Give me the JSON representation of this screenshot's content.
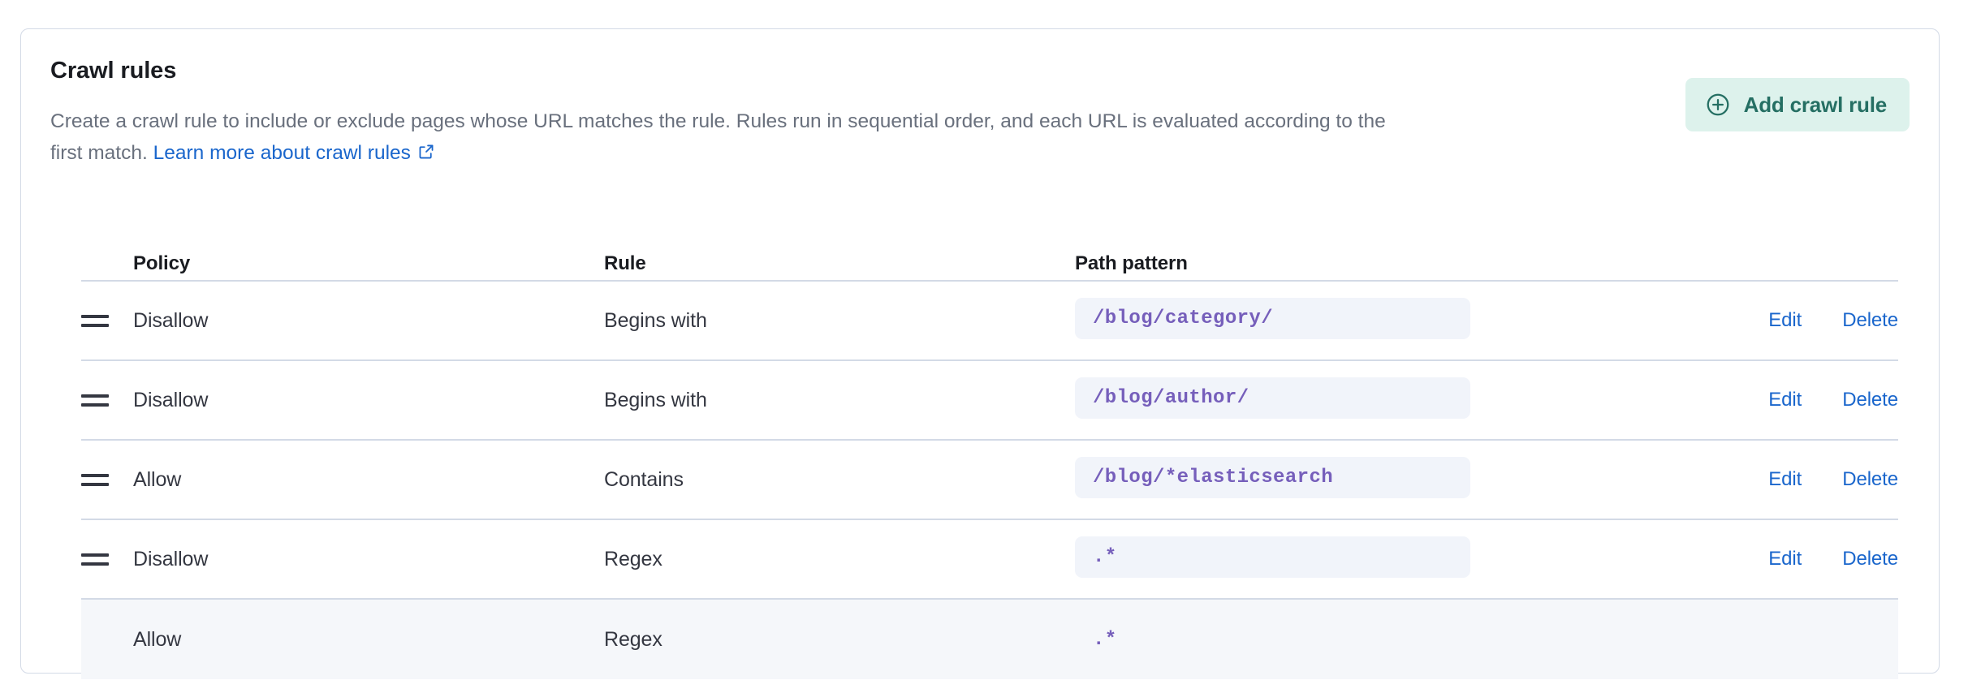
{
  "panel": {
    "title": "Crawl rules",
    "description_before_link": "Create a crawl rule to include or exclude pages whose URL matches the rule. Rules run in sequential order, and each URL is evaluated according to the first match. ",
    "learn_more_label": "Learn more about crawl rules",
    "learn_more_icon": "external-link-icon",
    "add_button": {
      "label": "Add crawl rule",
      "icon": "plus-in-circle-icon",
      "background": "#ddf2ec",
      "foreground": "#256f63"
    }
  },
  "table": {
    "headers": {
      "handle": "",
      "policy": "Policy",
      "rule": "Rule",
      "path_pattern": "Path pattern",
      "actions": ""
    },
    "actions": {
      "edit_label": "Edit",
      "delete_label": "Delete"
    },
    "rows": [
      {
        "draggable": true,
        "handle_icon": "drag-handle-icon",
        "policy": "Disallow",
        "rule": "Begins with",
        "path_pattern": "/blog/category/",
        "chip": true,
        "has_actions": true,
        "highlighted": false
      },
      {
        "draggable": true,
        "handle_icon": "drag-handle-icon",
        "policy": "Disallow",
        "rule": "Begins with",
        "path_pattern": "/blog/author/",
        "chip": true,
        "has_actions": true,
        "highlighted": false
      },
      {
        "draggable": true,
        "handle_icon": "drag-handle-icon",
        "policy": "Allow",
        "rule": "Contains",
        "path_pattern": "/blog/*elasticsearch",
        "chip": true,
        "has_actions": true,
        "highlighted": false
      },
      {
        "draggable": true,
        "handle_icon": "drag-handle-icon",
        "policy": "Disallow",
        "rule": "Regex",
        "path_pattern": ".*",
        "chip": true,
        "has_actions": true,
        "highlighted": false
      },
      {
        "draggable": false,
        "handle_icon": "",
        "policy": "Allow",
        "rule": "Regex",
        "path_pattern": ".*",
        "chip": false,
        "has_actions": false,
        "highlighted": true
      }
    ]
  },
  "colors": {
    "link": "#1a66cc",
    "code_text": "#765fbb",
    "code_bg": "#f1f4fa",
    "row_highlight": "#f5f7fa",
    "border": "#d3dae6",
    "muted_text": "#69707d"
  }
}
